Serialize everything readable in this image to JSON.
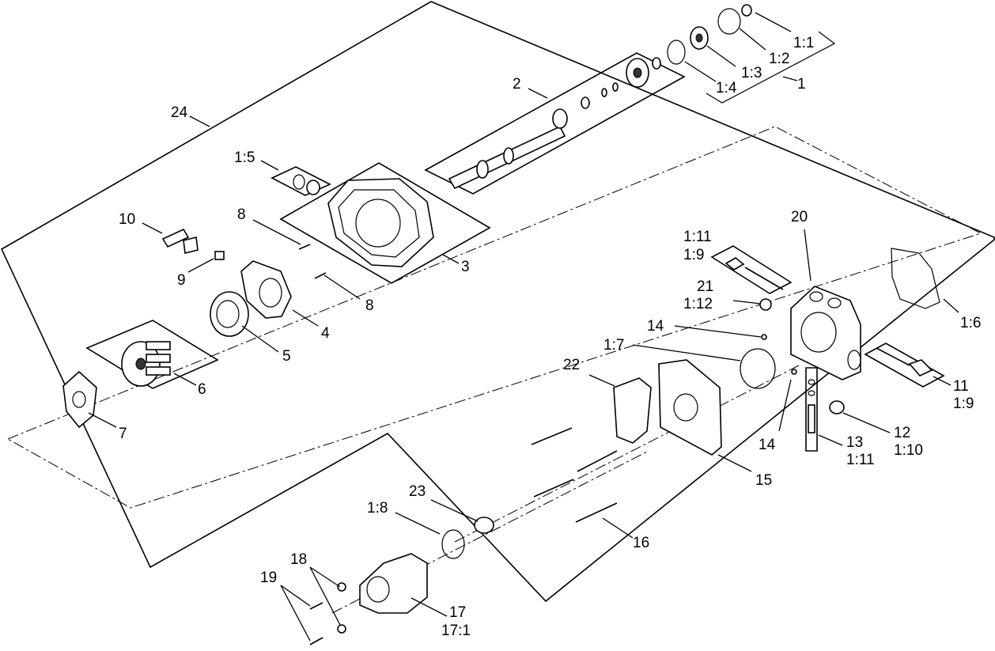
{
  "callouts": {
    "c1_1": "1:1",
    "c1_2": "1:2",
    "c1_3": "1:3",
    "c1_4": "1:4",
    "c1": "1",
    "c2": "2",
    "c24": "24",
    "c1_5": "1:5",
    "c3": "3",
    "c8a": "8",
    "c8b": "8",
    "c10": "10",
    "c9": "9",
    "c4": "4",
    "c5": "5",
    "c6": "6",
    "c7": "7",
    "c20": "20",
    "c1_11a": "1:11",
    "c1_9a": "1:9",
    "c21": "21",
    "c1_12": "1:12",
    "c1_6": "1:6",
    "c14a": "14",
    "c1_7": "1:7",
    "c22": "22",
    "c11": "11",
    "c1_9b": "1:9",
    "c12": "12",
    "c1_10": "1:10",
    "c14b": "14",
    "c13": "13",
    "c1_11b": "1:11",
    "c15": "15",
    "c23": "23",
    "c1_8": "1:8",
    "c16": "16",
    "c18": "18",
    "c19": "19",
    "c17": "17",
    "c17_1": "17:1"
  }
}
